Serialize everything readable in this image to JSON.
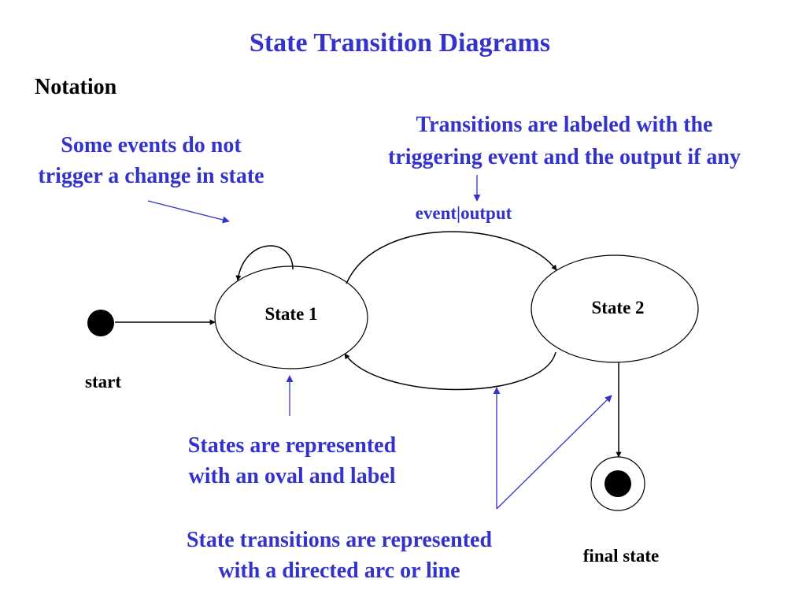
{
  "title": "State Transition Diagrams",
  "notation_heading": "Notation",
  "notes": {
    "self_loop": [
      "Some events do not",
      "trigger a change in state"
    ],
    "transitions": [
      "Transitions are labeled with the",
      "triggering event and the output if any"
    ],
    "states": [
      "States are represented",
      "with an oval and label"
    ],
    "arcs": [
      "State transitions are represented",
      "with a directed arc or line"
    ]
  },
  "diagram": {
    "transition_label": "event|output",
    "state1": "State 1",
    "state2": "State 2",
    "start": "start",
    "final": "final state"
  },
  "colors": {
    "annotation": "#3333cc",
    "diagram": "#000000"
  }
}
